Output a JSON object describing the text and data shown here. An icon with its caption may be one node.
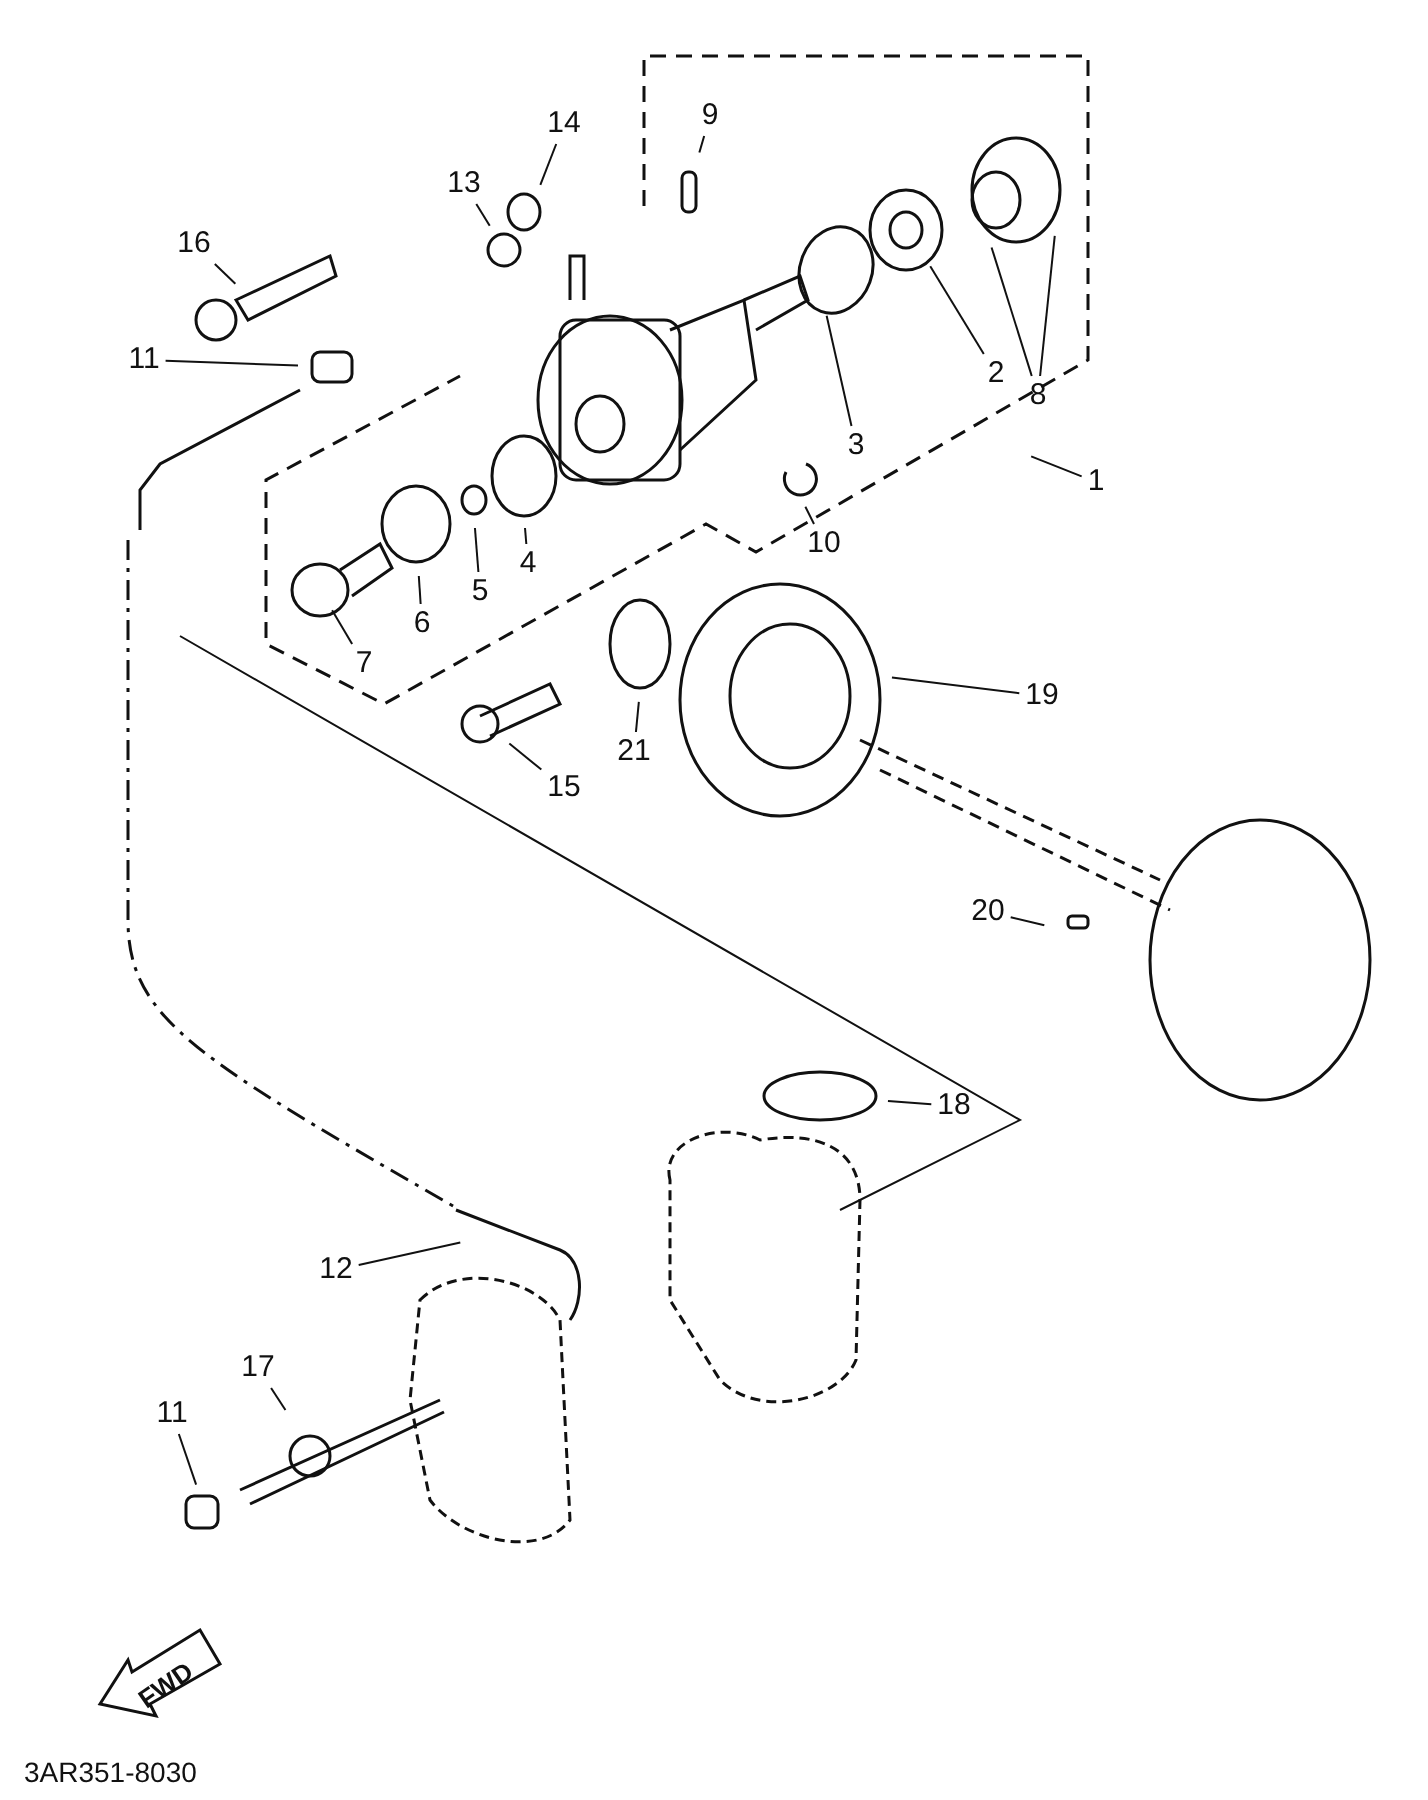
{
  "diagram": {
    "nodes": [
      {
        "text": [
          "9"
        ]
      },
      {
        "text": [
          "14"
        ]
      },
      {
        "text": [
          "13"
        ]
      },
      {
        "text": [
          "16"
        ]
      },
      {
        "text": [
          "8"
        ]
      },
      {
        "text": [
          "2"
        ]
      },
      {
        "text": [
          "11"
        ]
      },
      {
        "text": [
          "3"
        ]
      },
      {
        "text": [
          "10"
        ]
      },
      {
        "text": [
          "1"
        ]
      },
      {
        "text": [
          "4"
        ]
      },
      {
        "text": [
          "5"
        ]
      },
      {
        "text": [
          "6"
        ]
      },
      {
        "text": [
          "7"
        ]
      },
      {
        "text": [
          "19"
        ]
      },
      {
        "text": [
          "21"
        ]
      },
      {
        "text": [
          "15"
        ]
      },
      {
        "text": [
          "20"
        ]
      },
      {
        "text": [
          "18"
        ]
      },
      {
        "text": [
          "12"
        ]
      },
      {
        "text": [
          "17"
        ]
      },
      {
        "text": [
          "11"
        ]
      }
    ],
    "edges": [
      {
        "from": 0,
        "to": null,
        "arrow": "none"
      },
      {
        "from": 1,
        "to": null,
        "arrow": "none"
      },
      {
        "from": 2,
        "to": null,
        "arrow": "none"
      },
      {
        "from": 3,
        "to": null,
        "arrow": "none"
      },
      {
        "from": 4,
        "to": null,
        "arrow": "none"
      },
      {
        "from": 4,
        "to": null,
        "arrow": "none"
      },
      {
        "from": 5,
        "to": null,
        "arrow": "none"
      },
      {
        "from": 6,
        "to": null,
        "arrow": "none"
      },
      {
        "from": 7,
        "to": null,
        "arrow": "none"
      },
      {
        "from": 8,
        "to": null,
        "arrow": "none"
      },
      {
        "from": 9,
        "to": null,
        "arrow": "none"
      },
      {
        "from": 10,
        "to": null,
        "arrow": "none"
      },
      {
        "from": 11,
        "to": null,
        "arrow": "none"
      },
      {
        "from": 12,
        "to": null,
        "arrow": "none"
      },
      {
        "from": 13,
        "to": null,
        "arrow": "none"
      },
      {
        "from": 14,
        "to": null,
        "arrow": "none"
      },
      {
        "from": 15,
        "to": null,
        "arrow": "none"
      },
      {
        "from": 16,
        "to": null,
        "arrow": "none"
      },
      {
        "from": 17,
        "to": null,
        "arrow": "none"
      },
      {
        "from": 18,
        "to": null,
        "arrow": "none"
      },
      {
        "from": 19,
        "to": null,
        "arrow": "none"
      },
      {
        "from": 20,
        "to": null,
        "arrow": "none"
      },
      {
        "from": 21,
        "to": null,
        "arrow": "none"
      }
    ],
    "labels": [
      "FWD",
      "3AR351-8030"
    ]
  }
}
